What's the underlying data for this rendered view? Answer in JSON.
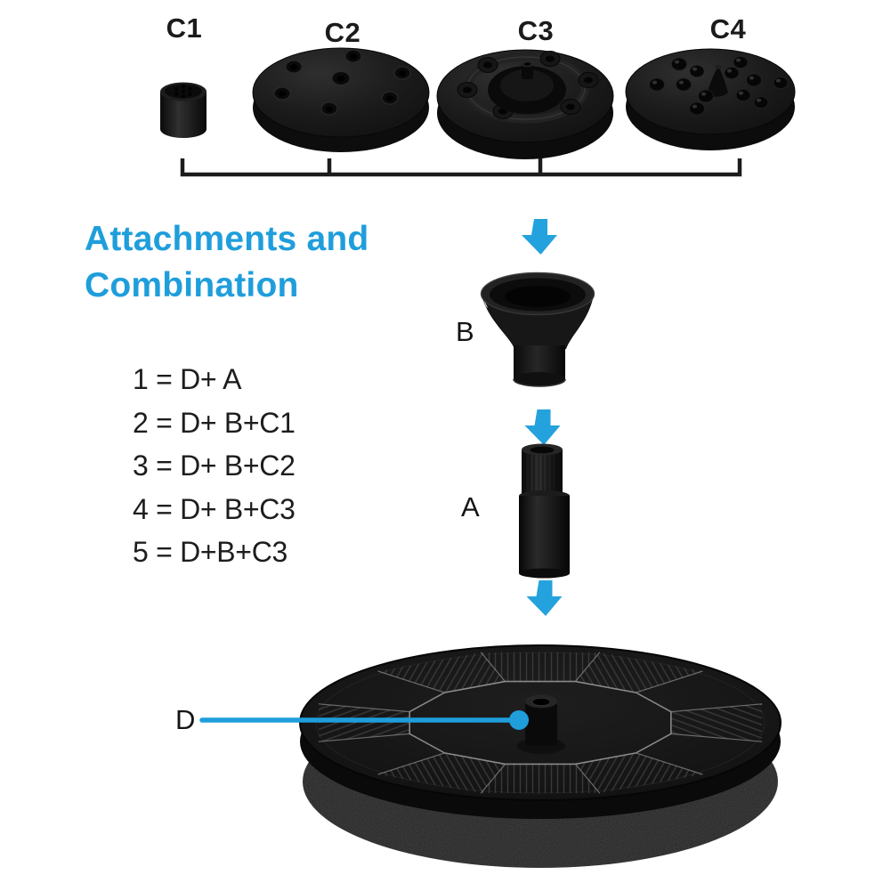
{
  "palette": {
    "accent_blue": "#1f9edb",
    "text_dark": "#1b1b1b",
    "part_black": "#151515",
    "foam_gray": "#242424"
  },
  "nozzle_row": {
    "labels": [
      "C1",
      "C2",
      "C3",
      "C4"
    ]
  },
  "heading": {
    "line1": "Attachments and",
    "line2": "Combination"
  },
  "combinations": [
    "1 = D+ A",
    "2 = D+ B+C1",
    "3 = D+ B+C2",
    "4 = D+ B+C3",
    "5 = D+B+C3"
  ],
  "part_labels": {
    "b": "B",
    "a": "A",
    "d": "D"
  },
  "icons": {
    "down_arrow": "down-arrow-icon",
    "bracket": "grouping-bracket",
    "pointer": "d-pointer-line"
  }
}
